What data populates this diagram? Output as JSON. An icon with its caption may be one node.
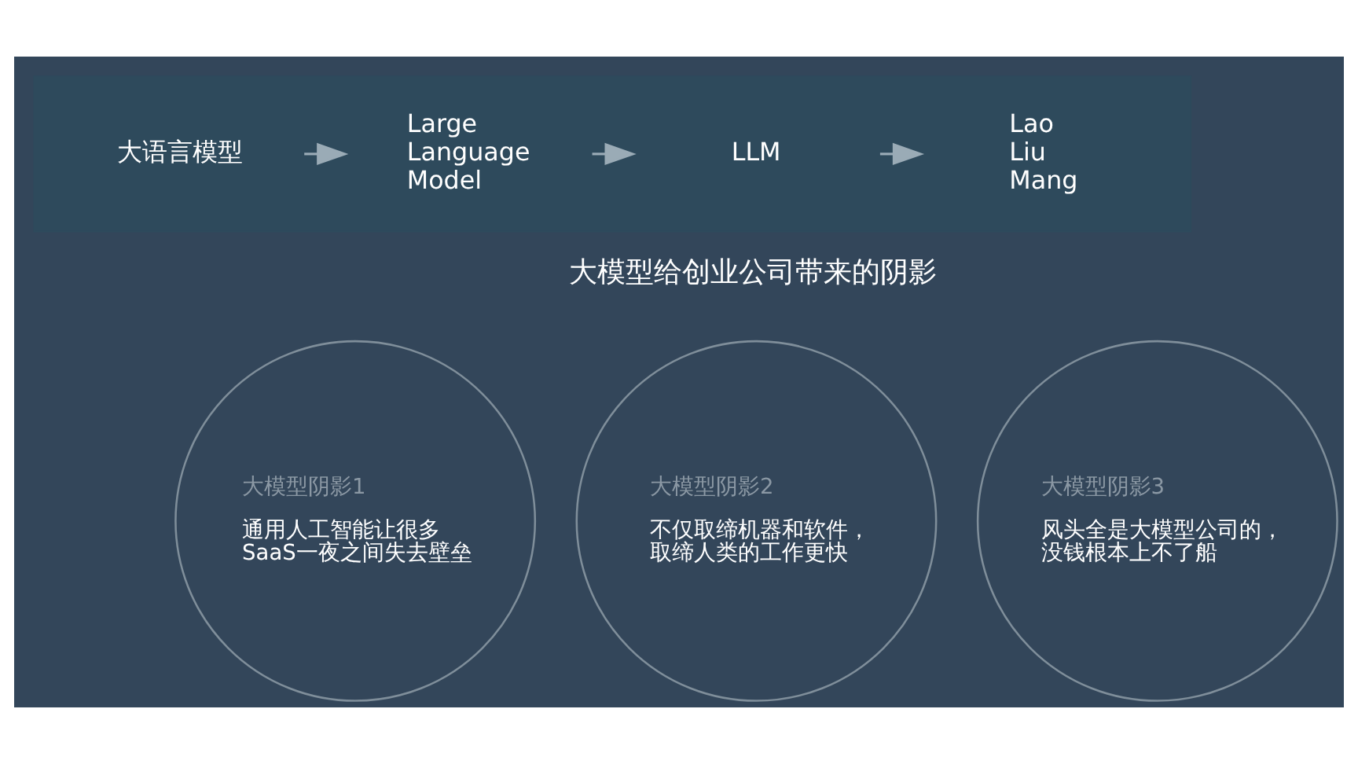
{
  "diagram": {
    "nodes": [
      {
        "text": [],
        "shape": "band"
      },
      {
        "text": [
          "大语言模型"
        ],
        "in": 0
      },
      {
        "text": [
          "Large Language Model"
        ],
        "in": 0
      },
      {
        "text": [
          "LLM"
        ],
        "in": 0
      },
      {
        "text": [
          "Lao Liu Mang"
        ],
        "in": 0
      },
      {
        "text": [
          "大模型阴影1",
          "通用人工智能让很多SaaS一夜之间失去壁垒"
        ]
      },
      {
        "text": [
          "大模型阴影2",
          "不仅取缔机器和软件，取缔人类的工作更快"
        ]
      },
      {
        "text": [
          "大模型阴影3",
          "风头全是大模型公司的，没钱根本上不了船"
        ]
      }
    ],
    "edges": [
      {
        "from": 1,
        "to": 2,
        "arrow": "to"
      },
      {
        "from": 2,
        "to": 3,
        "arrow": "to"
      },
      {
        "from": 3,
        "to": 4,
        "arrow": "to"
      }
    ],
    "labels": [
      "大模型给创业公司带来的阴影"
    ]
  }
}
